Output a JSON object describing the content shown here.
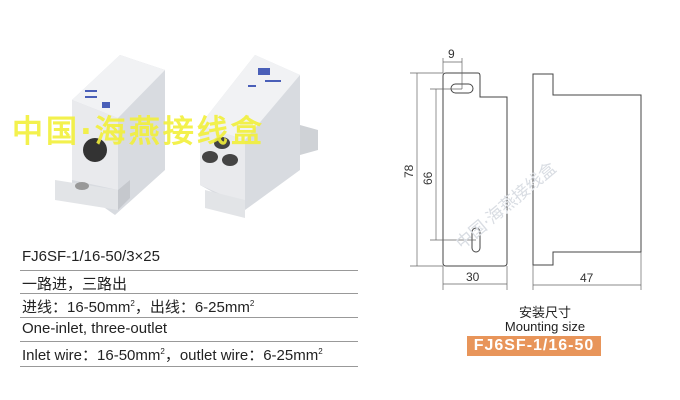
{
  "watermark": "中国·海燕接线盒",
  "watermark_drawing": "中国·海燕接线盒",
  "specs": {
    "model": "FJ6SF-1/16-50/3×25",
    "cn_desc": "一路进，三路出",
    "cn_wire_in": "进线：16-50mm",
    "cn_wire_sep": "，出线：6-25mm",
    "sup": "2",
    "en_desc": "One-inlet, three-outlet",
    "en_wire_in": "Inlet wire：16-50mm",
    "en_wire_sep": "，outlet wire：6-25mm"
  },
  "drawing": {
    "dim_slot": "9",
    "dim_height": "78",
    "dim_pitch": "66",
    "dim_width": "30",
    "dim_depth": "47",
    "caption_cn": "安装尺寸",
    "caption_en": "Mounting size",
    "model_badge": "FJ6SF-1/16-50"
  },
  "colors": {
    "badge": "#e8955a",
    "watermark": "#f2f03a",
    "product": "#e6e8ec"
  }
}
